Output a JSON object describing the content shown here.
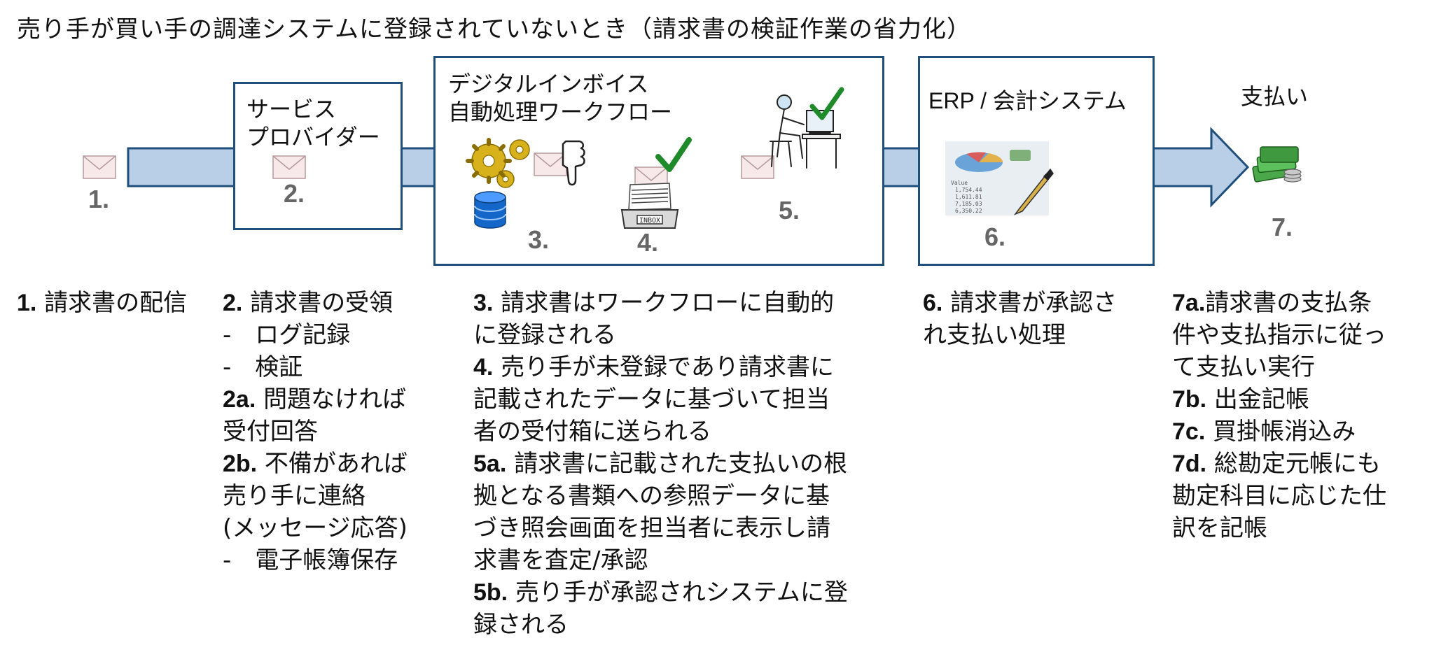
{
  "title": "売り手が買い手の調達システムに登録されていないとき（請求書の検証作業の省力化）",
  "boxes": {
    "provider": "サービス\nプロバイダー",
    "workflow": "デジタルインボイス\n自動処理ワークフロー",
    "erp": "ERP / 会計システム",
    "payment": "支払い"
  },
  "steps": [
    "1.",
    "2.",
    "3.",
    "4.",
    "5.",
    "6.",
    "7."
  ],
  "icons": {
    "envelope": "envelope-icon",
    "gears": "gears-icon",
    "database": "database-icon",
    "thumbs": "thumbs-down-icon",
    "inbox": "inbox-tray-icon",
    "check": "checkmark-icon",
    "worker": "worker-at-desk-icon",
    "chart": "chart-with-pen-icon",
    "money": "money-stack-icon"
  },
  "colors": {
    "arrow_fill": "#b9cfe8",
    "arrow_stroke": "#1f4f7a",
    "box_border": "#1f4f7a",
    "check_green": "#1f8a2a"
  },
  "descriptions": {
    "col1": [
      {
        "b": "1.",
        "t": " 請求書の配信"
      }
    ],
    "col2": [
      {
        "b": "2.",
        "t": " 請求書の受領"
      },
      {
        "b": "",
        "t": "-　ログ記録"
      },
      {
        "b": "",
        "t": "-　検証"
      },
      {
        "b": "2a.",
        "t": " 問題なければ"
      },
      {
        "b": "",
        "t": "受付回答"
      },
      {
        "b": "2b.",
        "t": " 不備があれば"
      },
      {
        "b": "",
        "t": "売り手に連絡"
      },
      {
        "b": "",
        "t": "(メッセージ応答)"
      },
      {
        "b": "",
        "t": "-　電子帳簿保存"
      }
    ],
    "col3": [
      {
        "b": "3.",
        "t": " 請求書はワークフローに自動的"
      },
      {
        "b": "",
        "t": "に登録される"
      },
      {
        "b": "4.",
        "t": " 売り手が未登録であり請求書に"
      },
      {
        "b": "",
        "t": "記載されたデータに基づいて担当"
      },
      {
        "b": "",
        "t": "者の受付箱に送られる"
      },
      {
        "b": "5a.",
        "t": " 請求書に記載された支払いの根"
      },
      {
        "b": "",
        "t": "拠となる書類への参照データに基"
      },
      {
        "b": "",
        "t": "づき照会画面を担当者に表示し請"
      },
      {
        "b": "",
        "t": "求書を査定/承認"
      },
      {
        "b": "5b.",
        "t": " 売り手が承認されシステムに登"
      },
      {
        "b": "",
        "t": "録される"
      }
    ],
    "col4": [
      {
        "b": "6.",
        "t": " 請求書が承認さ"
      },
      {
        "b": "",
        "t": "れ支払い処理"
      }
    ],
    "col5": [
      {
        "b": "7a.",
        "t": "請求書の支払条"
      },
      {
        "b": "",
        "t": "件や支払指示に従っ"
      },
      {
        "b": "",
        "t": "て支払い実行"
      },
      {
        "b": "7b.",
        "t": " 出金記帳"
      },
      {
        "b": "7c.",
        "t": " 買掛帳消込み"
      },
      {
        "b": "7d.",
        "t": " 総勘定元帳にも"
      },
      {
        "b": "",
        "t": "勘定科目に応じた仕"
      },
      {
        "b": "",
        "t": "訳を記帳"
      }
    ]
  }
}
